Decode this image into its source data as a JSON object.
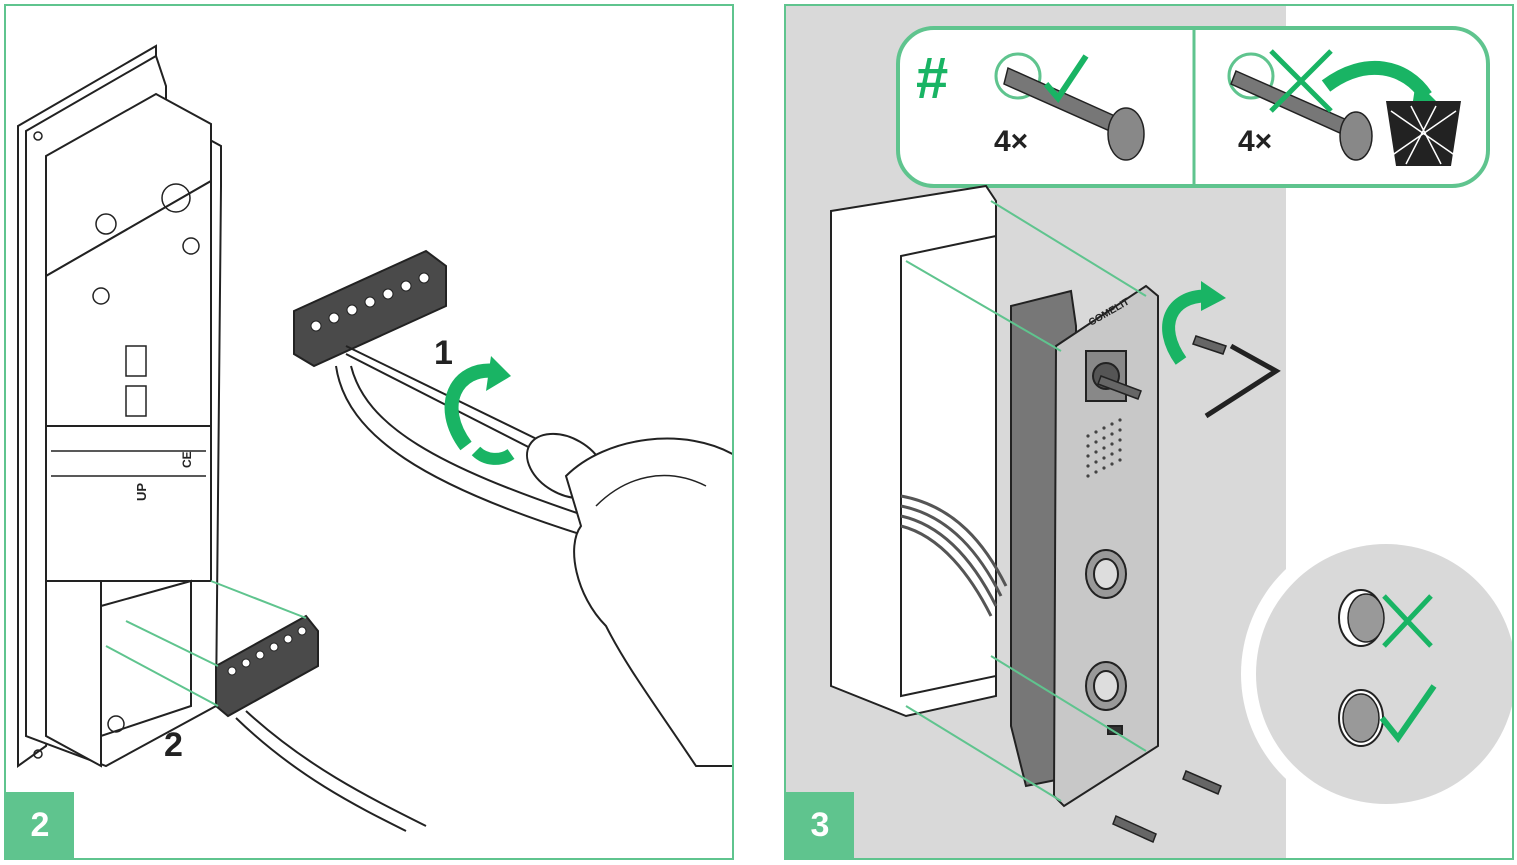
{
  "panels": [
    {
      "step_number": "2",
      "callouts": [
        "1",
        "2"
      ],
      "markings": [
        "UP",
        "CE"
      ]
    },
    {
      "step_number": "3",
      "brand_label": "COMELIT",
      "screw_info": {
        "symbol": "#",
        "keep_quantity": "4×",
        "discard_quantity": "4×"
      }
    }
  ],
  "colors": {
    "accent": "#5fc48e",
    "arrow": "#19b464",
    "line": "#222222",
    "shade": "#d9d9d9"
  }
}
